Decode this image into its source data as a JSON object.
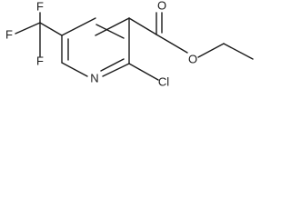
{
  "structure": {
    "atoms": {
      "fluorine_top": "F",
      "fluorine_left": "F",
      "fluorine_bottom": "F",
      "ester_carbonyl_oxygen": "O",
      "ester_ether_oxygen": "O",
      "ring_nitrogen": "N",
      "chlorine": "Cl"
    }
  },
  "colors": {
    "bond": "#1a1a1a",
    "background": "#ffffff"
  }
}
